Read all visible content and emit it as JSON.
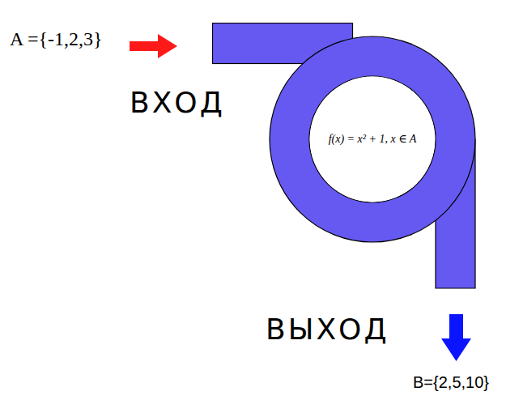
{
  "diagram": {
    "nodes": [
      {
        "text": [
          "f(x) = x² + 1, x ∈ A"
        ]
      }
    ],
    "labels": [
      "A ={-1,2,3}",
      "ВХОД",
      "ВЫХОД",
      "B={2,5,10}"
    ]
  }
}
